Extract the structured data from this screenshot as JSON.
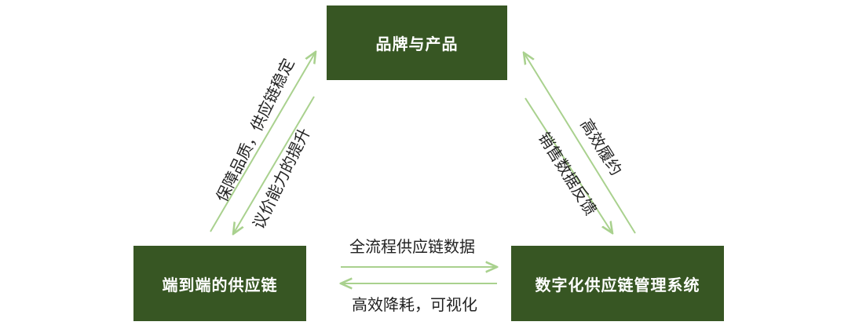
{
  "nodes": {
    "top": "品牌与产品",
    "left": "端到端的供应链",
    "right": "数字化供应链管理系统"
  },
  "edges": {
    "left_outer": "保障品质，供应链稳定",
    "left_inner": "议价能力的提升",
    "right_outer": "高效履约",
    "right_inner": "销售数据反馈",
    "bottom_top": "全流程供应链数据",
    "bottom_bottom": "高效降耗，可视化"
  },
  "colors": {
    "box": "#375623",
    "arrow": "#a9d18e"
  }
}
